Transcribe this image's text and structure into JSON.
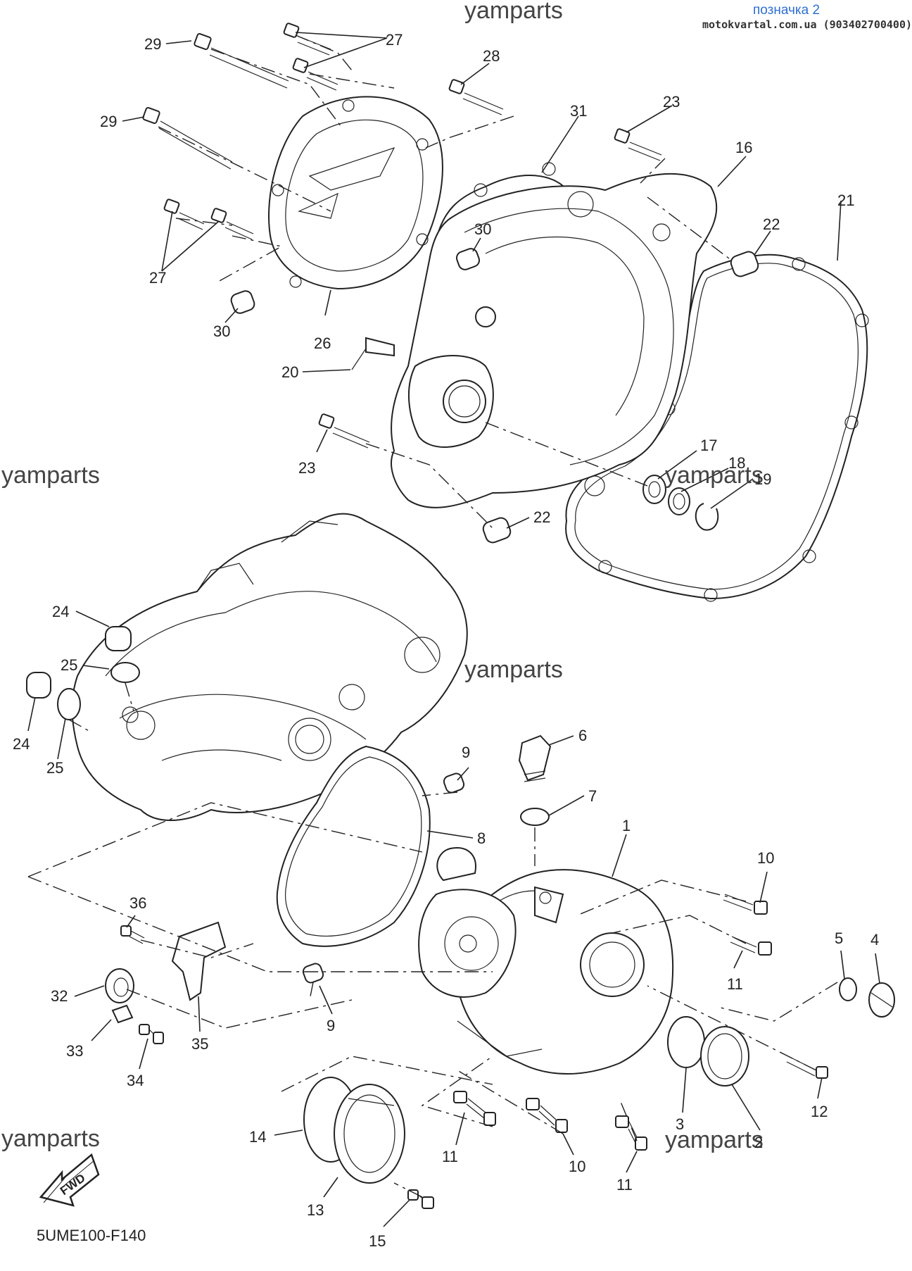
{
  "header": {
    "tag": "позначка 2",
    "source": "motokvartal.com.ua (903402700400)"
  },
  "watermark": "yamparts",
  "diagram_code": "5UME100-F140",
  "fwd_label": "FWD",
  "part_labels": [
    "29",
    "27",
    "27",
    "28",
    "29",
    "31",
    "23",
    "16",
    "21",
    "22",
    "30",
    "27",
    "30",
    "26",
    "20",
    "23",
    "17",
    "18",
    "19",
    "22",
    "24",
    "25",
    "24",
    "25",
    "9",
    "6",
    "7",
    "8",
    "1",
    "10",
    "36",
    "11",
    "5",
    "4",
    "32",
    "35",
    "9",
    "12",
    "33",
    "34",
    "3",
    "14",
    "11",
    "10",
    "11",
    "2",
    "13",
    "15"
  ]
}
